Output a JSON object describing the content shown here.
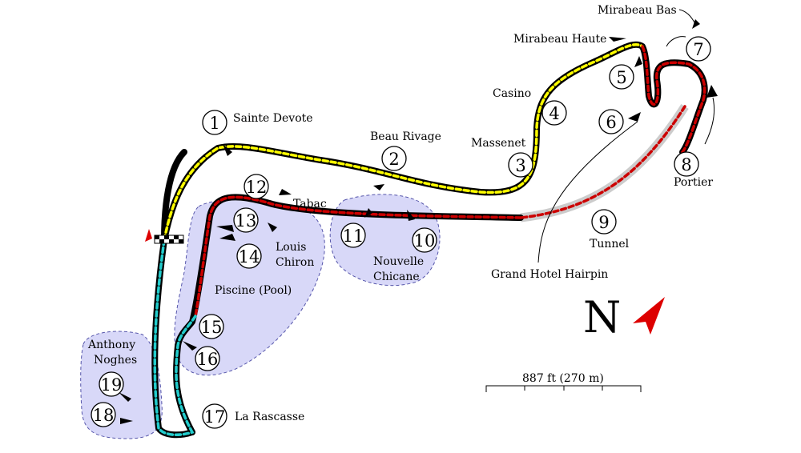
{
  "map": {
    "corners": [
      {
        "number": "1",
        "name": "Sainte Devote"
      },
      {
        "number": "2",
        "name": "Beau Rivage"
      },
      {
        "number": "3",
        "name": "Massenet"
      },
      {
        "number": "4",
        "name": "Casino"
      },
      {
        "number": "5",
        "name": "Mirabeau Haute"
      },
      {
        "number": "6",
        "name": "Grand Hotel Hairpin"
      },
      {
        "number": "7",
        "name": "Mirabeau Bas"
      },
      {
        "number": "8",
        "name": "Portier"
      },
      {
        "number": "9",
        "name": "Tunnel"
      },
      {
        "number": "10",
        "name": "Nouvelle"
      },
      {
        "number": "11",
        "name": "Chicane"
      },
      {
        "number": "12",
        "name": "Tabac"
      },
      {
        "number": "13",
        "name": "Louis"
      },
      {
        "number": "14",
        "name": "Chiron"
      },
      {
        "number": "15",
        "name": "Piscine (Pool)"
      },
      {
        "number": "16",
        "name": ""
      },
      {
        "number": "17",
        "name": "La Rascasse"
      },
      {
        "number": "18",
        "name": "Anthony"
      },
      {
        "number": "19",
        "name": "Noghes"
      }
    ],
    "compass_label": "N",
    "scale_label": "887 ft (270 m)",
    "colors": {
      "track": "#000000",
      "sector1": "#ffff00",
      "sector2": "#cc0000",
      "sector3": "#22cccc",
      "tunnel": "#cccccc",
      "zone_fill": "#d8d8f8",
      "zone_stroke": "#5555aa",
      "north_arrow": "#dd0000"
    }
  }
}
